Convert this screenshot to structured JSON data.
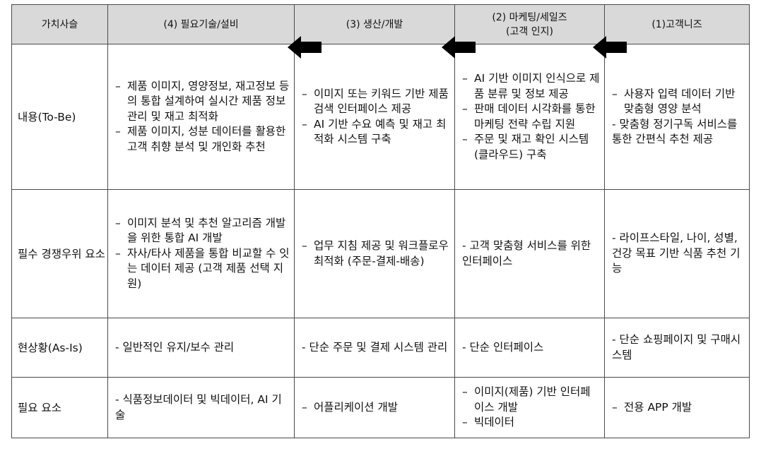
{
  "table": {
    "headers": [
      "가치사슬",
      "(4) 필요기술/설비",
      "(3) 생산/개발",
      "(2) 마케팅/세일즈",
      "(1)고객니즈"
    ],
    "header_sub": {
      "marketing": "(고객 인지)"
    },
    "rows": [
      {
        "label": "내용(To-Be)",
        "cells": [
          [
            {
              "text": "제품 이미지, 영양정보, 재고정보 등의 통합 설계하여 실시간 제품 정보 관리 및 재고 최적화",
              "dash": true
            },
            {
              "text": "제품 이미지, 성분 데이터를 활용한 고객 취향 분석 및 개인화 추천",
              "dash": true
            }
          ],
          [
            {
              "text": "이미지 또는 키워드 기반 제품 검색 인터페이스 제공",
              "dash": true
            },
            {
              "text": "AI 기반 수요 예측 및 재고 최적화 시스템 구축",
              "dash": true
            }
          ],
          [
            {
              "text": "AI 기반 이미지 인식으로 제품 분류 및 정보 제공",
              "dash": true
            },
            {
              "text": "판매 데이터 시각화를 통한 마케팅 전략 수립 지원",
              "dash": true
            },
            {
              "text": "주문 및 재고 확인 시스템(클라우드) 구축",
              "dash": true
            }
          ],
          [
            {
              "text": "사용자 입력 데이터 기반 맞춤형 영양 분석",
              "dash": true
            },
            {
              "text": "- 맞춤형 정기구독 서비스를 통한 간편식 추천 제공",
              "dash": false
            }
          ]
        ]
      },
      {
        "label": "필수 경쟁우위 요소",
        "cells": [
          [
            {
              "text": "이미지 분석 및 추천 알고리즘 개발을 위한 통합 AI 개발",
              "dash": true
            },
            {
              "text": "자사/타사 제품을 통합 비교할 수 잇는 데이터 제공 (고객 제품 선택 지원)",
              "dash": true
            }
          ],
          [
            {
              "text": "업무 지침 제공 및 워크플로우 최적화 (주문-결제-배송)",
              "dash": true
            }
          ],
          [
            {
              "text": "- 고객 맞춤형 서비스를 위한 인터페이스",
              "dash": false
            }
          ],
          [
            {
              "text": "- 라이프스타일, 나이, 성별, 건강 목표 기반 식품 추천 기능",
              "dash": false
            }
          ]
        ]
      },
      {
        "label": "현상황(As-Is)",
        "cells": [
          [
            {
              "text": "- 일반적인 유지/보수 관리",
              "dash": false
            }
          ],
          [
            {
              "text": "- 단순 주문 및 결제 시스템 관리",
              "dash": false
            }
          ],
          [
            {
              "text": "- 단순 인터페이스",
              "dash": false
            }
          ],
          [
            {
              "text": "- 단순 쇼핑페이지 및 구매시스템",
              "dash": false
            }
          ]
        ]
      },
      {
        "label": "필요 요소",
        "cells": [
          [
            {
              "text": "- 식품정보데이터 및 빅데이터, AI 기술",
              "dash": false
            }
          ],
          [
            {
              "text": "어플리케이션 개발",
              "dash": true
            }
          ],
          [
            {
              "text": "이미지(제품) 기반 인터페이스 개발",
              "dash": true
            },
            {
              "text": "빅데이터",
              "dash": true
            }
          ],
          [
            {
              "text": "전용 APP 개발",
              "dash": true
            }
          ]
        ]
      }
    ]
  },
  "colors": {
    "header_bg": "#d9d9d9",
    "border": "#4a4a4a",
    "arrow": "#000000"
  },
  "arrows": [
    {
      "name": "arrow-left-icon"
    },
    {
      "name": "arrow-left-icon"
    },
    {
      "name": "arrow-left-icon"
    }
  ]
}
